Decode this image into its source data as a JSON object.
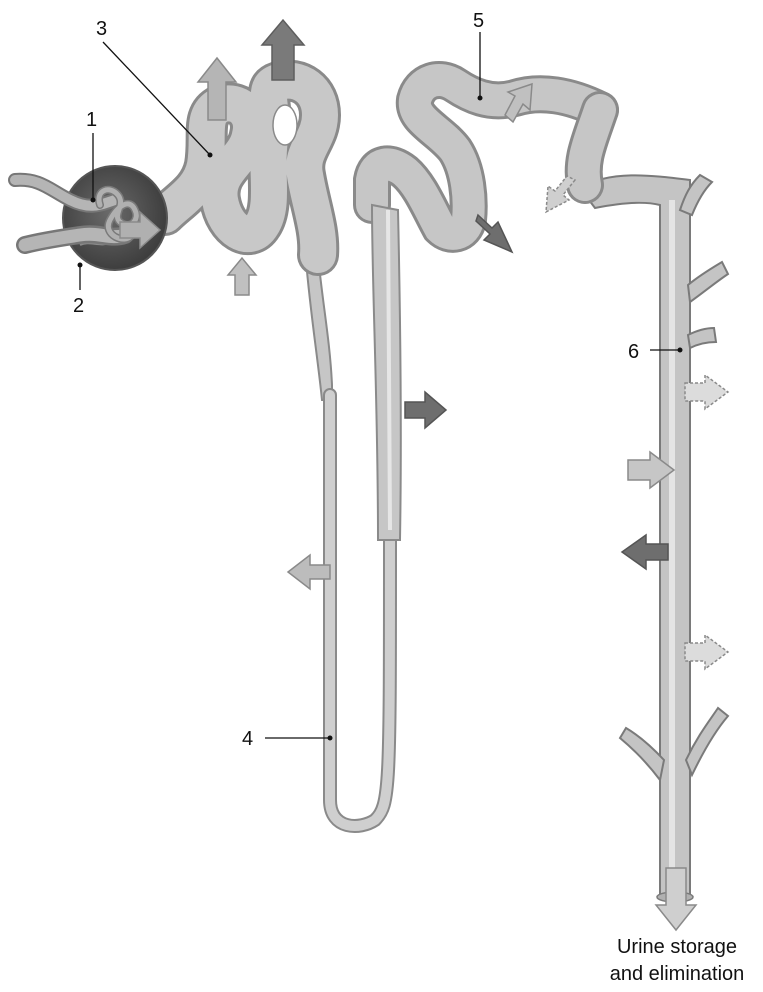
{
  "diagram": {
    "labels": [
      {
        "id": "1",
        "text": "1"
      },
      {
        "id": "2",
        "text": "2"
      },
      {
        "id": "3",
        "text": "3"
      },
      {
        "id": "4",
        "text": "4"
      },
      {
        "id": "5",
        "text": "5"
      },
      {
        "id": "6",
        "text": "6"
      }
    ],
    "caption_line1": "Urine storage",
    "caption_line2": "and elimination"
  }
}
